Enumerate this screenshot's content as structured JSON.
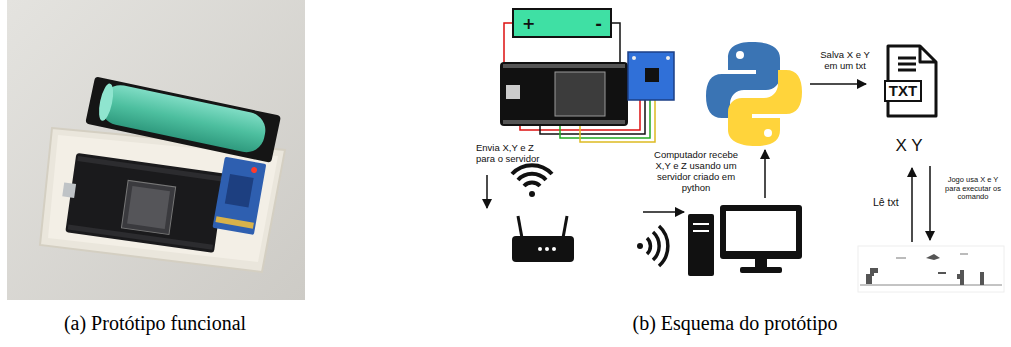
{
  "diagram": {
    "nodes": [
      {
        "text": [
          "+",
          "-"
        ]
      },
      {
        "text": [
          "TXT",
          "X Y"
        ]
      }
    ],
    "labels": [
      "Envia X,Y e Z para o servidor",
      "Computador recebe X,Y e Z usando um servidor criado em python",
      "Salva X e Y em um txt",
      "Lê txt",
      "Jogo usa X e Y para executar os comando",
      "(a) Protótipo funcional",
      "(b) Esquema do protótipo"
    ]
  }
}
